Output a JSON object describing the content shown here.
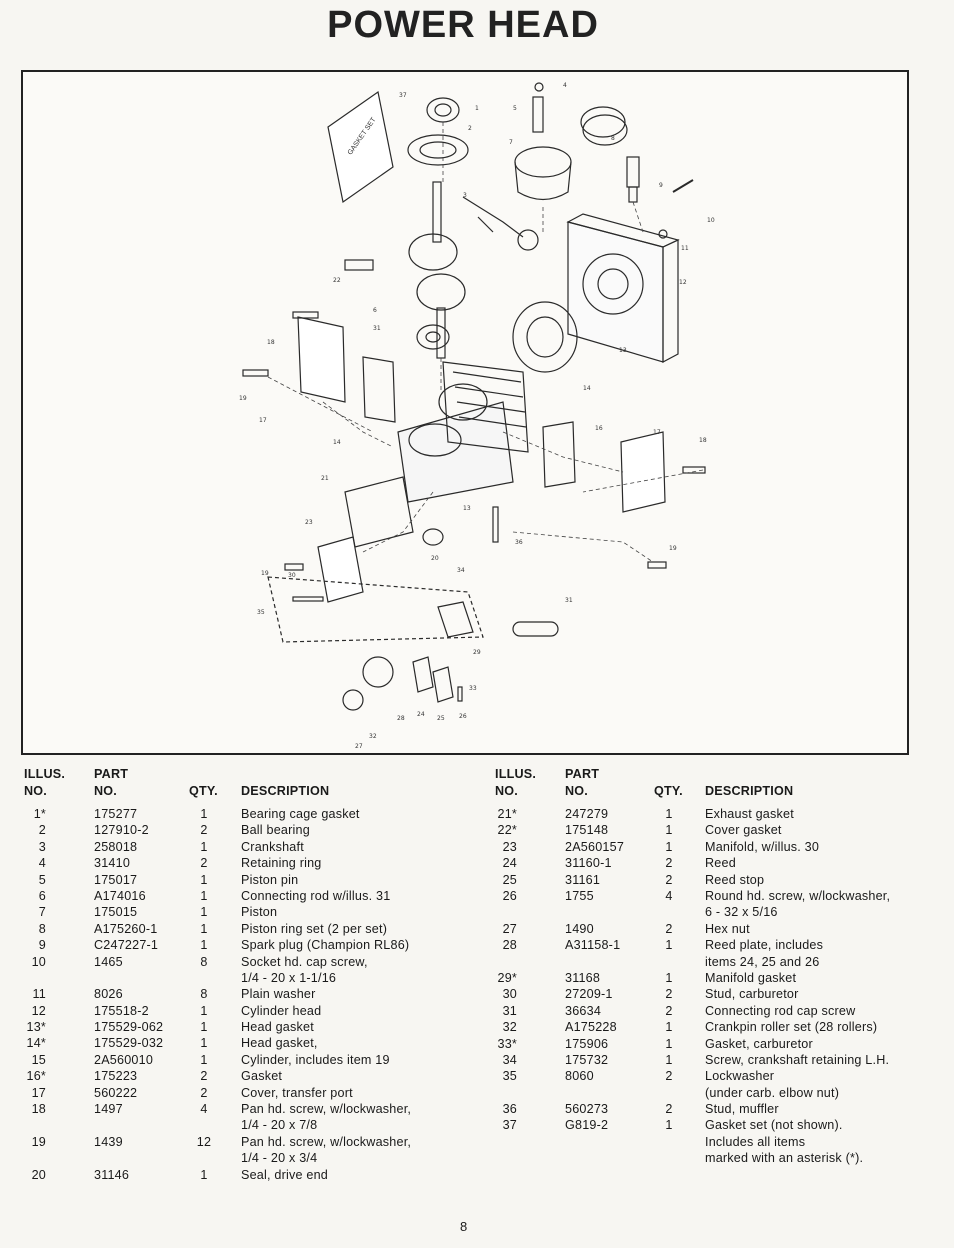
{
  "page": {
    "title": "POWER HEAD",
    "page_number": "8"
  },
  "diagram": {
    "gasket_set_label": "GASKET SET",
    "callouts": [
      "37",
      "1",
      "2",
      "4",
      "3",
      "5",
      "6",
      "8",
      "9",
      "10",
      "11",
      "12",
      "13",
      "14",
      "7",
      "22",
      "31",
      "18",
      "19",
      "17",
      "16",
      "23",
      "21",
      "15",
      "20",
      "30",
      "34",
      "36",
      "35",
      "33",
      "26",
      "24",
      "25",
      "27",
      "29",
      "28",
      "32"
    ]
  },
  "table_headers": {
    "illus": "ILLUS.\nNO.",
    "part": "PART\nNO.",
    "qty": "QTY.",
    "desc": "DESCRIPTION"
  },
  "left_rows": [
    {
      "illus": "1*",
      "part": "175277",
      "qty": "1",
      "desc": "Bearing cage gasket"
    },
    {
      "illus": "2",
      "part": "127910-2",
      "qty": "2",
      "desc": "Ball bearing"
    },
    {
      "illus": "3",
      "part": "258018",
      "qty": "1",
      "desc": "Crankshaft"
    },
    {
      "illus": "4",
      "part": "31410",
      "qty": "2",
      "desc": "Retaining ring"
    },
    {
      "illus": "5",
      "part": "175017",
      "qty": "1",
      "desc": "Piston pin"
    },
    {
      "illus": "6",
      "part": "A174016",
      "qty": "1",
      "desc": "Connecting rod w/illus. 31"
    },
    {
      "illus": "7",
      "part": "175015",
      "qty": "1",
      "desc": "Piston"
    },
    {
      "illus": "8",
      "part": "A175260-1",
      "qty": "1",
      "desc": "Piston ring set (2 per set)"
    },
    {
      "illus": "9",
      "part": "C247227-1",
      "qty": "1",
      "desc": "Spark plug (Champion RL86)"
    },
    {
      "illus": "10",
      "part": "1465",
      "qty": "8",
      "desc": "Socket hd. cap screw,\n1/4 - 20 x 1-1/16"
    },
    {
      "illus": "11",
      "part": "8026",
      "qty": "8",
      "desc": "Plain washer"
    },
    {
      "illus": "12",
      "part": "175518-2",
      "qty": "1",
      "desc": "Cylinder head"
    },
    {
      "illus": "13*",
      "part": "175529-062",
      "qty": "1",
      "desc": "Head gasket"
    },
    {
      "illus": "14*",
      "part": "175529-032",
      "qty": "1",
      "desc": "Head gasket,"
    },
    {
      "illus": "15",
      "part": "2A560010",
      "qty": "1",
      "desc": "Cylinder, includes item 19"
    },
    {
      "illus": "16*",
      "part": "175223",
      "qty": "2",
      "desc": "Gasket"
    },
    {
      "illus": "17",
      "part": "560222",
      "qty": "2",
      "desc": "Cover, transfer port"
    },
    {
      "illus": "18",
      "part": "1497",
      "qty": "4",
      "desc": "Pan hd. screw, w/lockwasher,\n1/4 - 20 x 7/8"
    },
    {
      "illus": "19",
      "part": "1439",
      "qty": "12",
      "desc": "Pan hd. screw, w/lockwasher,\n1/4 - 20 x 3/4"
    },
    {
      "illus": "20",
      "part": "31146",
      "qty": "1",
      "desc": "Seal, drive end"
    }
  ],
  "right_rows": [
    {
      "illus": "21*",
      "part": "247279",
      "qty": "1",
      "desc": "Exhaust gasket"
    },
    {
      "illus": "22*",
      "part": "175148",
      "qty": "1",
      "desc": "Cover gasket"
    },
    {
      "illus": "23",
      "part": "2A560157",
      "qty": "1",
      "desc": "Manifold, w/illus. 30"
    },
    {
      "illus": "24",
      "part": "31160-1",
      "qty": "2",
      "desc": "Reed"
    },
    {
      "illus": "25",
      "part": "31161",
      "qty": "2",
      "desc": "Reed stop"
    },
    {
      "illus": "26",
      "part": "1755",
      "qty": "4",
      "desc": "Round hd. screw, w/lockwasher,\n6 - 32 x 5/16"
    },
    {
      "illus": "27",
      "part": "1490",
      "qty": "2",
      "desc": "Hex nut"
    },
    {
      "illus": "28",
      "part": "A31158-1",
      "qty": "1",
      "desc": "Reed plate, includes\nitems 24, 25 and 26"
    },
    {
      "illus": "29*",
      "part": "31168",
      "qty": "1",
      "desc": "Manifold gasket"
    },
    {
      "illus": "30",
      "part": "27209-1",
      "qty": "2",
      "desc": "Stud, carburetor"
    },
    {
      "illus": "31",
      "part": "36634",
      "qty": "2",
      "desc": "Connecting rod cap screw"
    },
    {
      "illus": "32",
      "part": "A175228",
      "qty": "1",
      "desc": "Crankpin roller set (28 rollers)"
    },
    {
      "illus": "33*",
      "part": "175906",
      "qty": "1",
      "desc": "Gasket, carburetor"
    },
    {
      "illus": "34",
      "part": "175732",
      "qty": "1",
      "desc": "Screw, crankshaft retaining L.H."
    },
    {
      "illus": "35",
      "part": "8060",
      "qty": "2",
      "desc": "Lockwasher\n(under carb. elbow nut)"
    },
    {
      "illus": "36",
      "part": "560273",
      "qty": "2",
      "desc": "Stud, muffler"
    },
    {
      "illus": "37",
      "part": "G819-2",
      "qty": "1",
      "desc": "Gasket set (not shown).\nIncludes all items\nmarked with an asterisk (*)."
    }
  ]
}
